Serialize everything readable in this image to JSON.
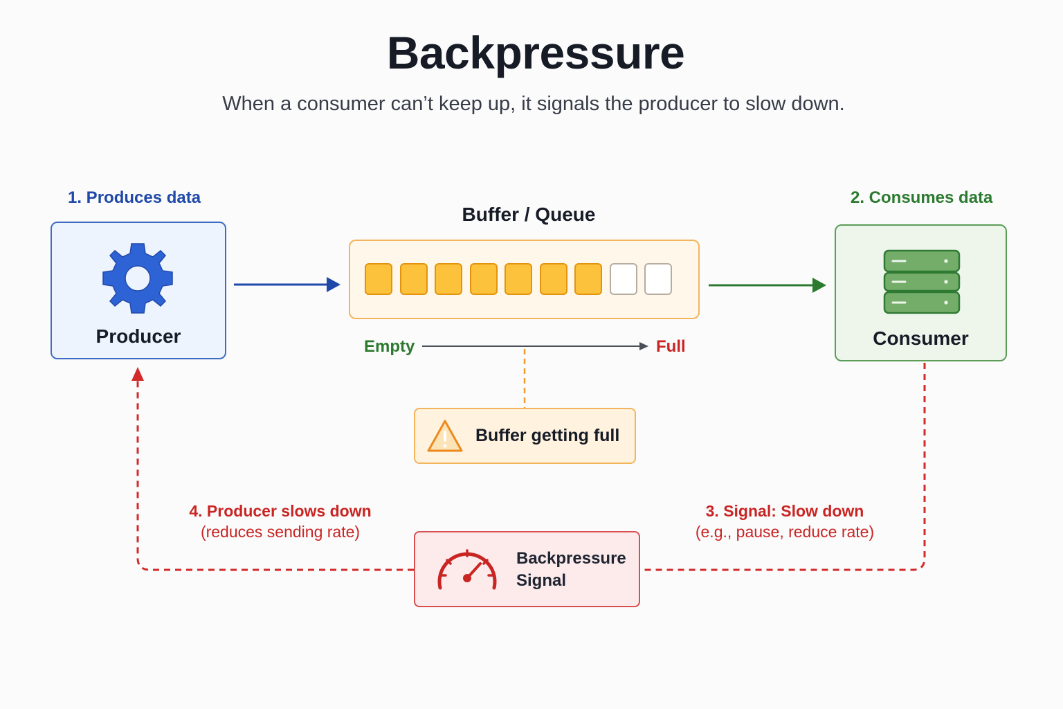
{
  "title": "Backpressure",
  "subtitle": "When a consumer can’t keep up, it signals the producer to slow down.",
  "producer": {
    "step_label": "1. Produces data",
    "label": "Producer",
    "icon": "gear-icon",
    "color": "#1f49a8"
  },
  "consumer": {
    "step_label": "2. Consumes data",
    "label": "Consumer",
    "icon": "server-icon",
    "color": "#2c7a2f"
  },
  "buffer": {
    "title": "Buffer / Queue",
    "slots": [
      "filled",
      "filled",
      "filled",
      "filled",
      "filled",
      "filled",
      "filled",
      "empty",
      "empty"
    ],
    "scale": {
      "start": "Empty",
      "end": "Full"
    }
  },
  "warning": {
    "label": "Buffer getting full",
    "icon": "warning-triangle-icon"
  },
  "signal": {
    "label_line1": "Backpressure",
    "label_line2": "Signal",
    "icon": "speedometer-icon",
    "color": "#c82523"
  },
  "steps": {
    "signal_title": "3. Signal: Slow down",
    "signal_detail": "(e.g., pause, reduce rate)",
    "producer_title": "4. Producer slows down",
    "producer_detail": "(reduces sending rate)"
  }
}
